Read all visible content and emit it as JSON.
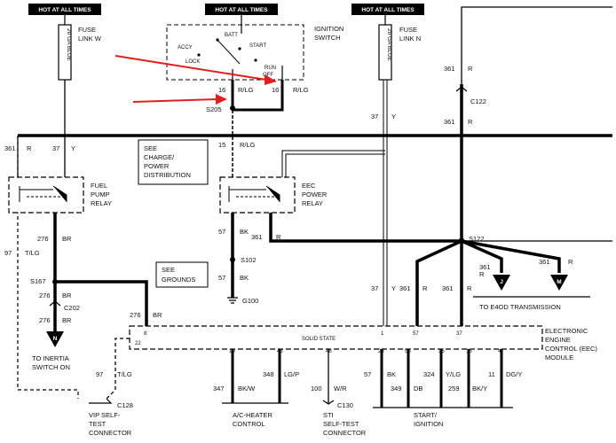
{
  "headers": [
    "HOT AT ALL TIMES",
    "HOT AT ALL TIMES",
    "HOT AT ALL TIMES"
  ],
  "fuse_w": {
    "line1": "FUSE",
    "line2": "LINK W",
    "gauge": "20 GA BLUE"
  },
  "fuse_n": {
    "line1": "FUSE",
    "line2": "LINK N",
    "gauge": "20 GA BLUE"
  },
  "ignition_switch": {
    "line1": "IGNITION",
    "line2": "SWITCH",
    "batt": "BATT",
    "accy": "ACCY",
    "start": "START",
    "lock": "LOCK",
    "run": "RUN",
    "off": "OFF"
  },
  "fuel_pump_relay": {
    "line1": "FUEL",
    "line2": "PUMP",
    "line3": "RELAY"
  },
  "eec_power_relay": {
    "line1": "EEC",
    "line2": "POWER",
    "line3": "RELAY"
  },
  "see_charge": {
    "line1": "SEE",
    "line2": "CHARGE/",
    "line3": "POWER",
    "line4": "DISTRIBUTION"
  },
  "see_grounds": {
    "line1": "SEE",
    "line2": "GROUNDS"
  },
  "eec_module": {
    "line1": "ELECTRONIC",
    "line2": "ENGINE",
    "line3": "CONTROL (EEC)",
    "line4": "MODULE",
    "solid_state": "SOLID STATE"
  },
  "splices": {
    "s205": "S205",
    "s102": "S102",
    "s167": "S167",
    "s122": "S122",
    "g100": "G100"
  },
  "connectors": {
    "c122": "C122",
    "c202": "C202",
    "c128": "C128",
    "c130": "C130"
  },
  "wires": {
    "w361a": "361",
    "r_a": "R",
    "w37a": "37",
    "y_a": "Y",
    "w16a": "16",
    "rlg_a": "R/LG",
    "w16b": "16",
    "rlg_b": "R/LG",
    "w15": "15",
    "rlg_c": "R/LG",
    "w37b": "37",
    "y_b": "Y",
    "w361b": "361",
    "r_b": "R",
    "w361c": "361",
    "r_c": "R",
    "w276a": "276",
    "br_a": "BR",
    "w97a": "97",
    "tlg_a": "T/LG",
    "w57a": "57",
    "bk_a": "BK",
    "w361d": "361",
    "r_d": "R",
    "w57b": "57",
    "bk_b": "BK",
    "w276b": "276",
    "br_b": "BR",
    "w276c": "276",
    "br_c": "BR",
    "w37c": "37",
    "y_c": "Y",
    "w361e": "361",
    "r_e": "R",
    "w361f": "361",
    "r_f": "R",
    "w361g": "361",
    "r_g": "R",
    "w361h": "361",
    "r_h": "R",
    "w97b": "97",
    "tlg_b": "T/LG",
    "w347": "347",
    "bkw": "BK/W",
    "w348": "348",
    "lgp": "LG/P",
    "w100": "100",
    "wr": "W/R",
    "w57c": "57",
    "bk_c": "BK",
    "w349": "349",
    "db": "DB",
    "w324": "324",
    "ylg": "Y/LG",
    "w259": "259",
    "bky": "BK/Y",
    "w11": "11",
    "dgy": "DG/Y"
  },
  "pins": {
    "p8": "8",
    "p22": "22",
    "p10": "10",
    "p43": "43",
    "p48": "48",
    "p1": "1",
    "p57": "57",
    "p37": "37",
    "p23": "23",
    "p56": "56",
    "p36": "36",
    "p16": "16",
    "p4": "4"
  },
  "destinations": {
    "inertia1": "TO INERTIA",
    "inertia2": "SWITCH ON",
    "e4od": "TO E4OD TRANSMISSION",
    "vip1": "VIP SELF-",
    "vip2": "TEST",
    "vip3": "CONNECTOR",
    "ac1": "A/C-HEATER",
    "ac2": "CONTROL",
    "sti1": "STI",
    "sti2": "SELF-TEST",
    "sti3": "CONNECTOR",
    "start1": "START/",
    "start2": "IGNITION"
  },
  "markers": {
    "n": "N",
    "j": "J",
    "m": "M"
  },
  "colors": {
    "wire": "#000000",
    "arrow": "#e02020",
    "header_bg": "#000000"
  }
}
